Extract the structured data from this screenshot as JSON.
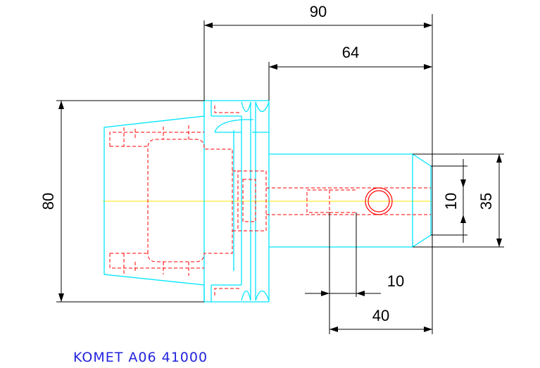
{
  "colors": {
    "outline": "#00e5ff",
    "hidden": "#ff0000",
    "centerline": "#ffe600",
    "dimension": "#000000",
    "caption": "#2222dd"
  },
  "dimensions": {
    "overall_length": "90",
    "shank_length": "64",
    "flange_diameter": "80",
    "shank_diameter": "35",
    "bore_diameter": "10",
    "bore_width": "10",
    "bore_depth": "40"
  },
  "caption": "KOMET A06 41000"
}
